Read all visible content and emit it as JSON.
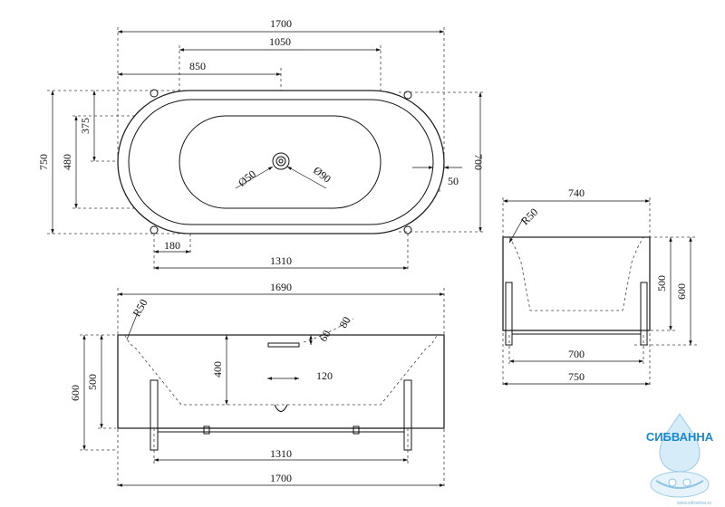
{
  "top_view": {
    "d_1700": "1700",
    "d_1050": "1050",
    "d_850": "850",
    "d_375": "375",
    "d_750": "750",
    "d_480": "480",
    "d_700": "700",
    "d_50": "50",
    "d_180": "180",
    "d_1310": "1310",
    "drain_50": "Ø50",
    "drain_90": "Ø90"
  },
  "front_view": {
    "d_1690": "1690",
    "r50": "R50",
    "d_600": "600",
    "d_500": "500",
    "d_400": "400",
    "d_60": "60",
    "d_80": "80",
    "d_120": "120",
    "d_1310": "1310",
    "d_1700": "1700"
  },
  "side_view": {
    "d_740": "740",
    "r50": "R50",
    "d_500": "500",
    "d_600": "600",
    "d_700": "700",
    "d_750": "750"
  },
  "brand": {
    "name": "СИБВАННА",
    "url": "www.sibvanna.ru",
    "color": "#1b88c7"
  }
}
